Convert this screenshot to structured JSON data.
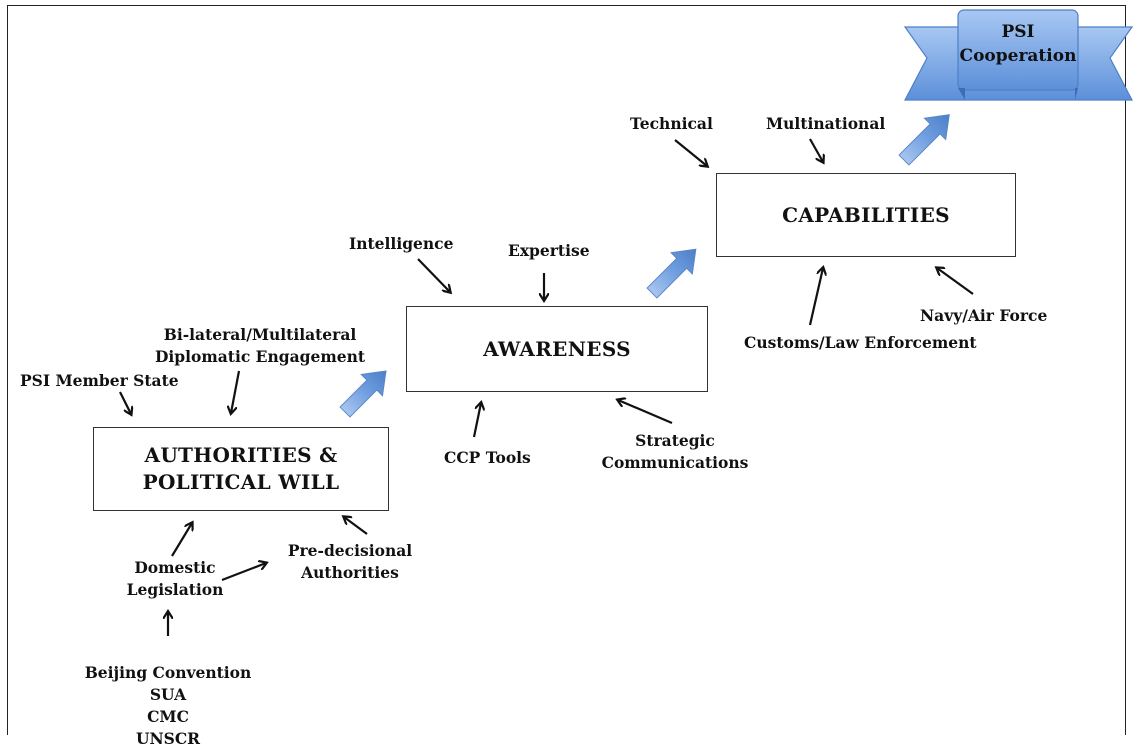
{
  "diagram": {
    "boxes": {
      "authorities": "AUTHORITIES & POLITICAL WILL",
      "awareness": "AWARENESS",
      "capabilities": "CAPABILITIES"
    },
    "banner": {
      "line1": "PSI",
      "line2": "Cooperation"
    },
    "labels": {
      "psi_member_state": "PSI Member State",
      "bilateral_line1": "Bi-lateral/Multilateral",
      "bilateral_line2": "Diplomatic  Engagement",
      "domestic_line1": "Domestic",
      "domestic_line2": "Legislation",
      "predecisional_line1": "Pre-decisional",
      "predecisional_line2": "Authorities",
      "beijing": "Beijing Convention",
      "sua": "SUA",
      "cmc": "CMC",
      "unscr": "UNSCR",
      "intelligence": "Intelligence",
      "expertise": "Expertise",
      "ccp_tools": "CCP Tools",
      "strategic_line1": "Strategic",
      "strategic_line2": "Communications",
      "technical": "Technical",
      "multinational": "Multinational",
      "customs": "Customs/Law Enforcement",
      "navy": "Navy/Air Force"
    }
  }
}
